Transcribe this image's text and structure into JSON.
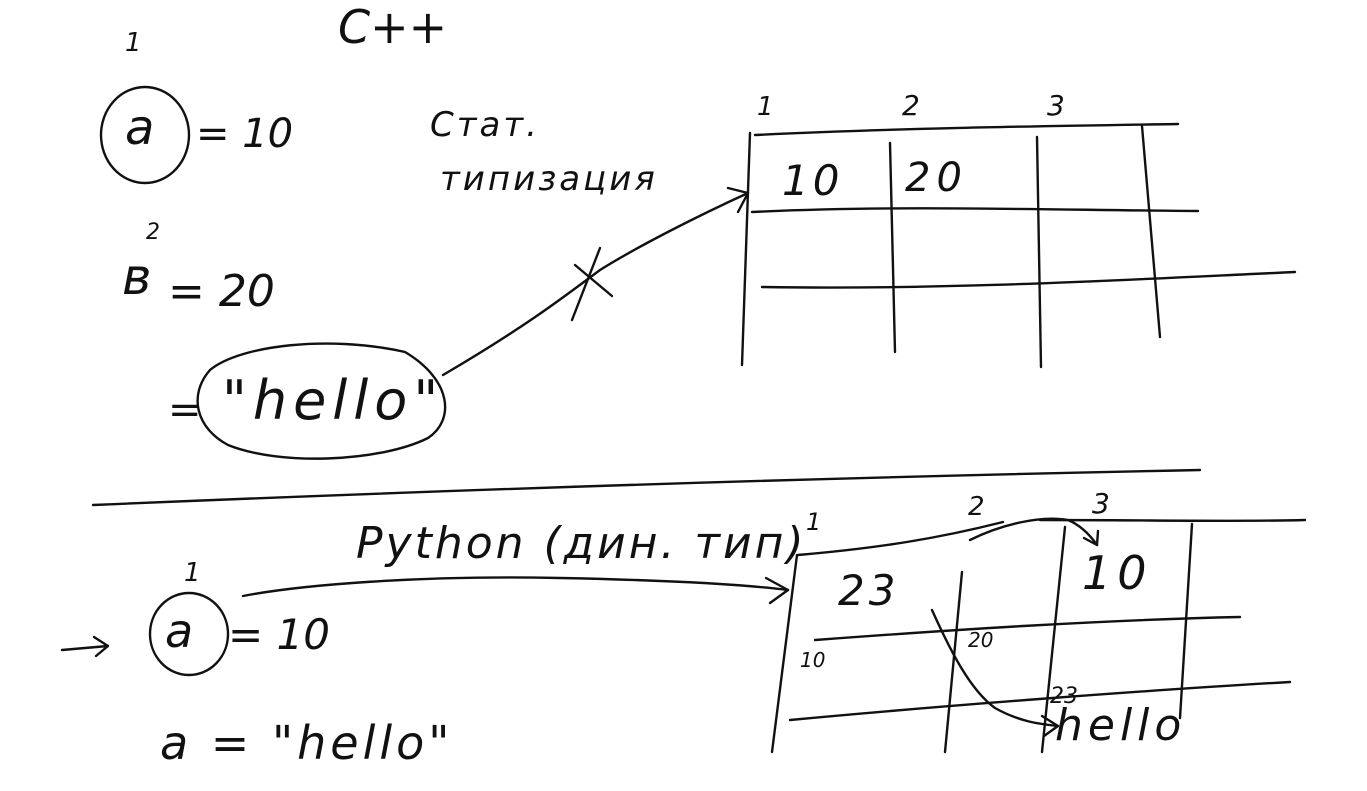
{
  "title": "C++",
  "cpp": {
    "var_a": {
      "index": "1",
      "name": "a",
      "assign": "= 10"
    },
    "var_b": {
      "index": "2",
      "name": "в",
      "assign": "= 20"
    },
    "string_eq": "=",
    "string_value": "\"hello\"",
    "note_line1": "Стат.",
    "note_line2": "типизация",
    "memory": {
      "col_labels": [
        "1",
        "2",
        "3"
      ],
      "cells": [
        "10",
        "20"
      ]
    }
  },
  "python": {
    "label": "Python (дин. тип)",
    "arrow": "→",
    "var_a": {
      "index": "1",
      "name": "a",
      "assign": "= 10"
    },
    "reassign": "a = \"hello\"",
    "memory": {
      "col_labels": [
        "1",
        "2",
        "3"
      ],
      "cells": [
        "23",
        "10",
        "10",
        "20",
        "23",
        "hello"
      ]
    }
  }
}
